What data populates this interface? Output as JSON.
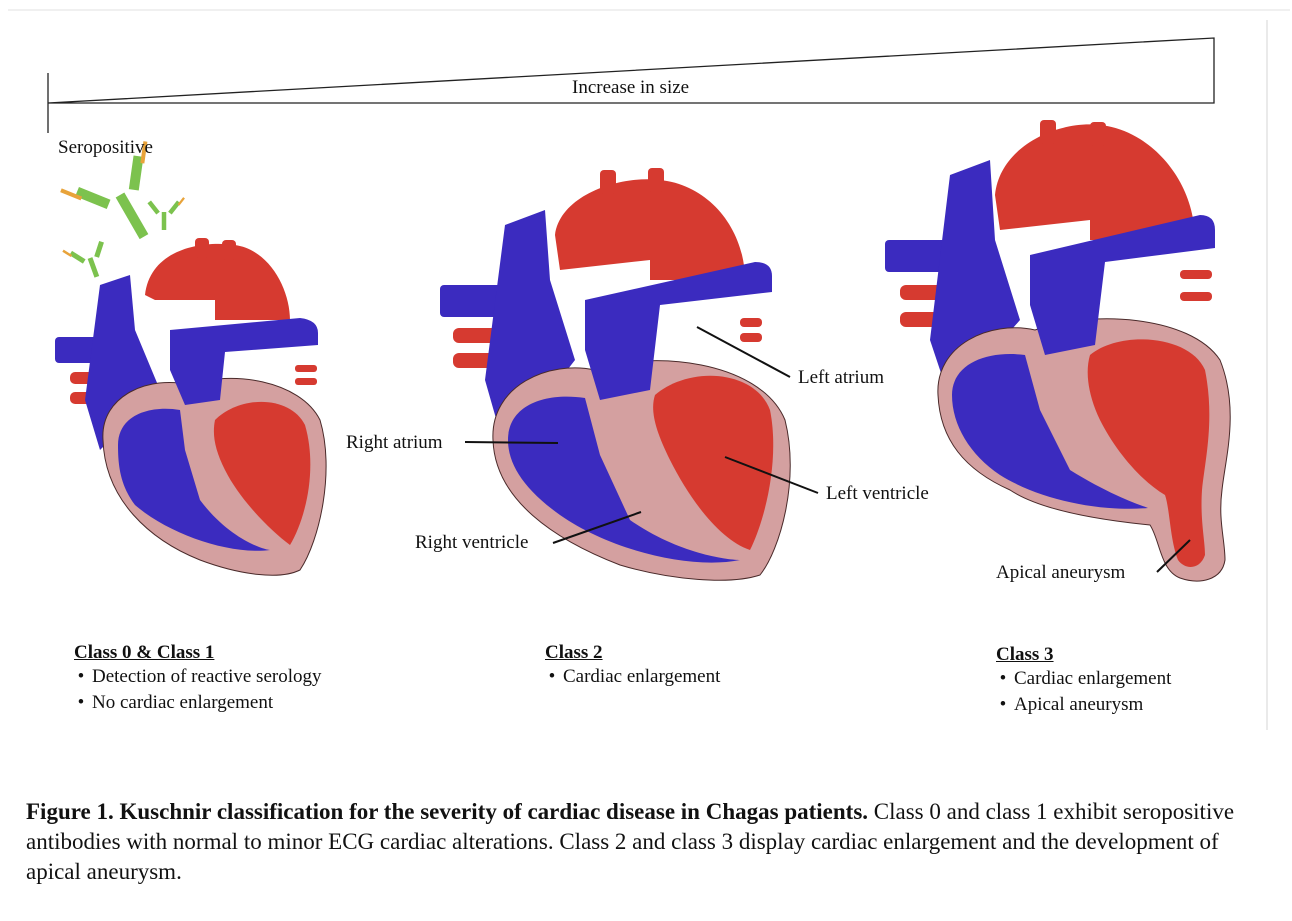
{
  "header": {
    "scale_label": "Increase in size",
    "seropositive_label": "Seropositive"
  },
  "labels": {
    "left_atrium": "Left atrium",
    "right_atrium": "Right atrium",
    "left_ventricle": "Left ventricle",
    "right_ventricle": "Right ventricle",
    "apical_aneurysm": "Apical aneurysm"
  },
  "classes": [
    {
      "title": "Class 0 & Class 1",
      "bullets": [
        "Detection of reactive serology",
        "No cardiac enlargement"
      ]
    },
    {
      "title": "Class 2",
      "bullets": [
        "Cardiac enlargement"
      ]
    },
    {
      "title": "Class 3",
      "bullets": [
        "Cardiac enlargement",
        "Apical aneurysm"
      ]
    }
  ],
  "caption": {
    "title": "Figure 1. Kuschnir classification for the severity of cardiac disease in Chagas patients.",
    "body": "Class 0 and class 1 exhibit seropositive antibodies with normal to minor ECG cardiac alterations. Class 2 and class 3 display cardiac enlargement and the development of apical aneurysm."
  },
  "colors": {
    "oxygenated": "#d63a30",
    "deoxygenated": "#3b2bbf",
    "myocardium": "#d4a0a0",
    "antibody": "#7cc24e",
    "antigen": "#e8a33a"
  }
}
